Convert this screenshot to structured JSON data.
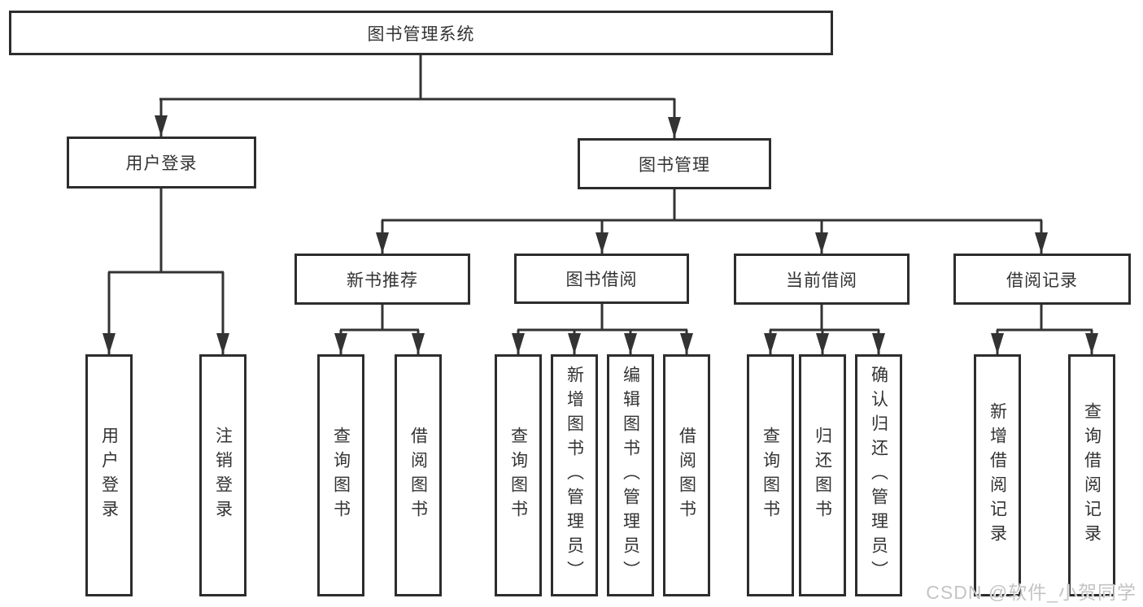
{
  "diagram": {
    "root": {
      "label": "图书管理系统"
    },
    "children": [
      {
        "label": "用户登录",
        "children": [
          {
            "label": "用户登录"
          },
          {
            "label": "注销登录"
          }
        ]
      },
      {
        "label": "图书管理",
        "children": [
          {
            "label": "新书推荐",
            "children": [
              {
                "label": "查询图书"
              },
              {
                "label": "借阅图书"
              }
            ]
          },
          {
            "label": "图书借阅",
            "children": [
              {
                "label": "查询图书"
              },
              {
                "label": "新增图书（管理员）"
              },
              {
                "label": "编辑图书（管理员）"
              },
              {
                "label": "借阅图书"
              }
            ]
          },
          {
            "label": "当前借阅",
            "children": [
              {
                "label": "查询图书"
              },
              {
                "label": "归还图书"
              },
              {
                "label": "确认归还（管理员）"
              }
            ]
          },
          {
            "label": "借阅记录",
            "children": [
              {
                "label": "新增借阅记录"
              },
              {
                "label": "查询借阅记录"
              }
            ]
          }
        ]
      }
    ]
  },
  "watermark": {
    "text": "CSDN @软件_小贺同学"
  },
  "colors": {
    "line": "#333333",
    "box_border": "#2d2d2d",
    "text": "#333333",
    "watermark": "#c4c4c4",
    "background": "#ffffff"
  }
}
